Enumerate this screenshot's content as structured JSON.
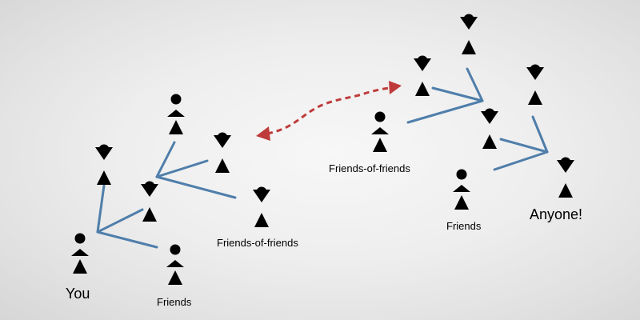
{
  "labels": {
    "you": "You",
    "friends_left": "Friends",
    "friends_of_friends_left": "Friends-of-friends",
    "friends_of_friends_right": "Friends-of-friends",
    "friends_right": "Friends",
    "anyone": "Anyone!"
  },
  "colors": {
    "connection_line": "#4f7eaa",
    "arrow": "#bf3b3b",
    "figure": "#222222",
    "background": "#eeeeee"
  },
  "icons": {
    "person": "stick-figure-icon",
    "arrow": "dashed-double-arrow-icon"
  }
}
